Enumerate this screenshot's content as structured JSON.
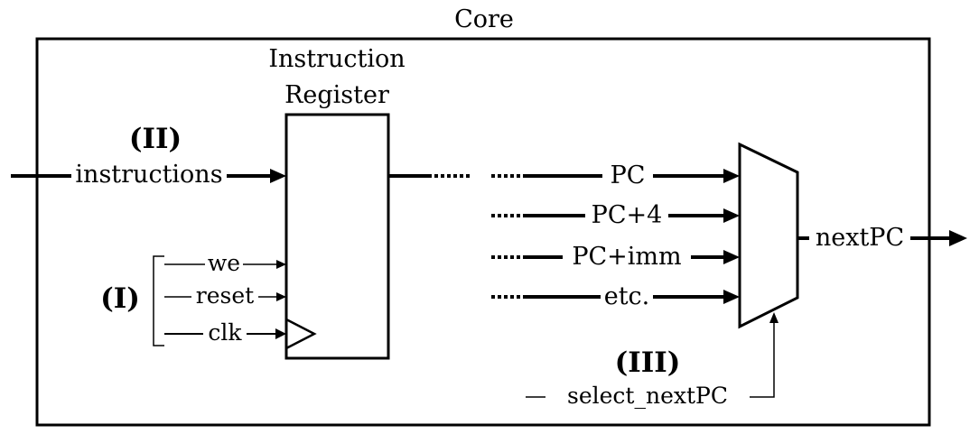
{
  "core": {
    "title": "Core"
  },
  "register": {
    "title_line1": "Instruction",
    "title_line2": "Register"
  },
  "inputs": {
    "instructions": "instructions",
    "control": [
      "we",
      "reset",
      "clk"
    ]
  },
  "mux": {
    "inputs": [
      "PC",
      "PC+4",
      "PC+imm",
      "etc."
    ],
    "output": "nextPC",
    "select": "select_nextPC"
  },
  "groups": {
    "one": "(I)",
    "two": "(II)",
    "three": "(III)"
  }
}
